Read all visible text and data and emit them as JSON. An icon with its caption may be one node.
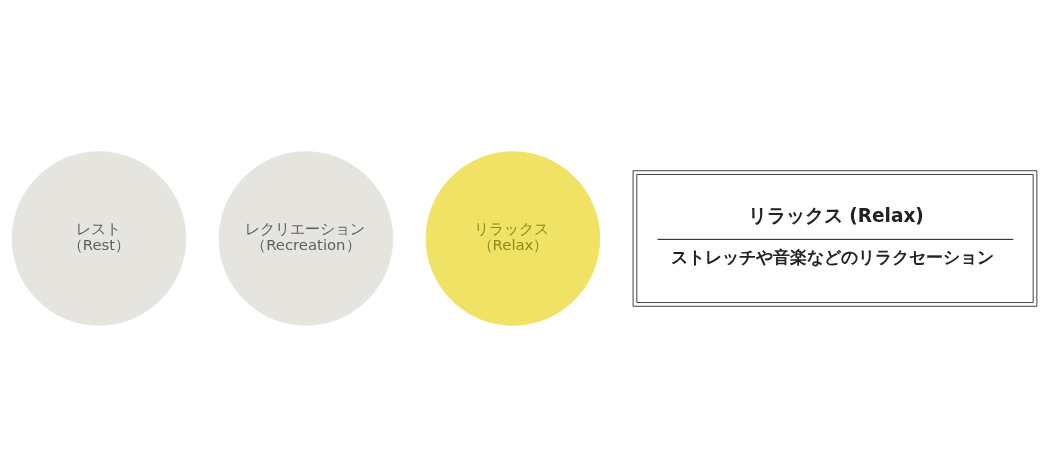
{
  "diagram": {
    "nodes": [
      {
        "text": [
          "レクリエーション",
          "（Recreation）"
        ]
      },
      {
        "text": [
          "レスト",
          "（Rest）"
        ]
      },
      {
        "text": [
          "リラックス",
          "（Relax）"
        ]
      },
      {
        "text": [
          "リラックス (Relax)",
          "ストレッチや音楽などのリラクセーション"
        ]
      }
    ],
    "edges": []
  }
}
